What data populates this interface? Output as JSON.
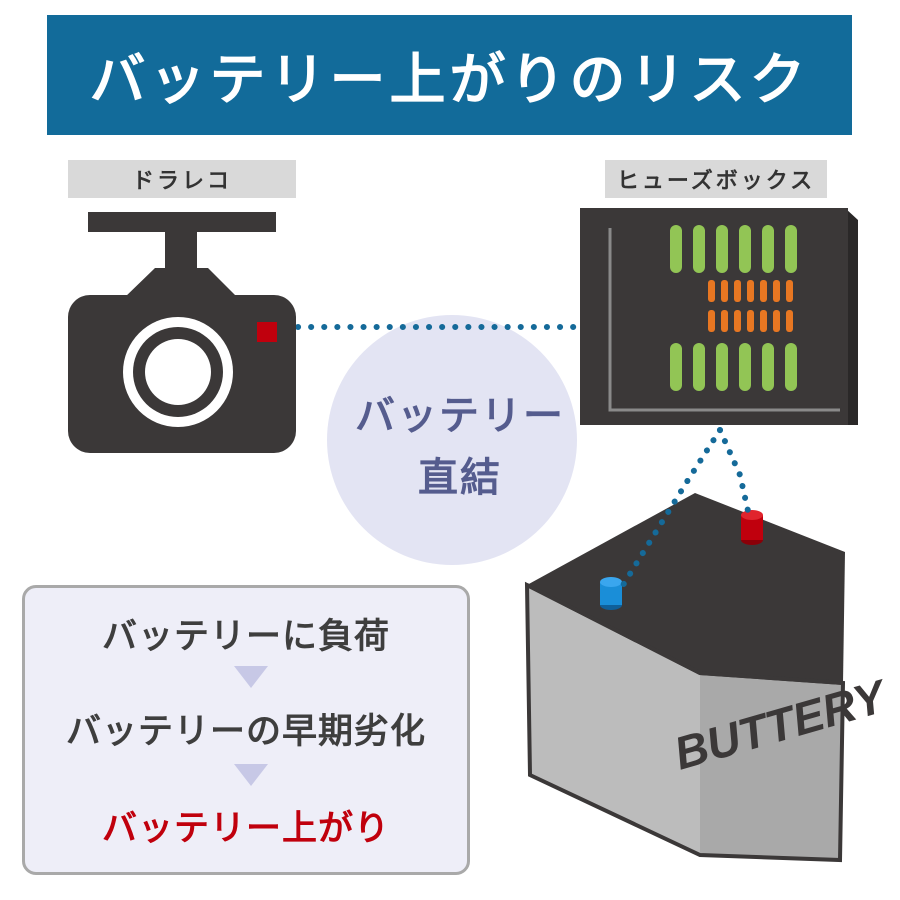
{
  "title": "バッテリー上がりのリスク",
  "labels": {
    "dashcam": "ドラレコ",
    "fusebox": "ヒューズボックス"
  },
  "connection": {
    "line1": "バッテリー",
    "line2": "直結"
  },
  "battery_text": "BUTTERY",
  "flow": {
    "step1": "バッテリーに負荷",
    "step2": "バッテリーの早期劣化",
    "step3": "バッテリー上がり"
  },
  "colors": {
    "title_bg": "#126b9a",
    "dark_device": "#3b3838",
    "dot_line": "#156a99",
    "fuse_green": "#92c555",
    "fuse_orange": "#e87722",
    "terminal_red": "#c0000d",
    "terminal_blue": "#1a8ed8",
    "highlight_text": "#c0000d",
    "circle_fill": "#e3e4f3",
    "flow_arrow": "#c7c8e6"
  },
  "icons": [
    "dashcam-icon",
    "fusebox-icon",
    "battery-icon",
    "arrow-down-icon"
  ]
}
